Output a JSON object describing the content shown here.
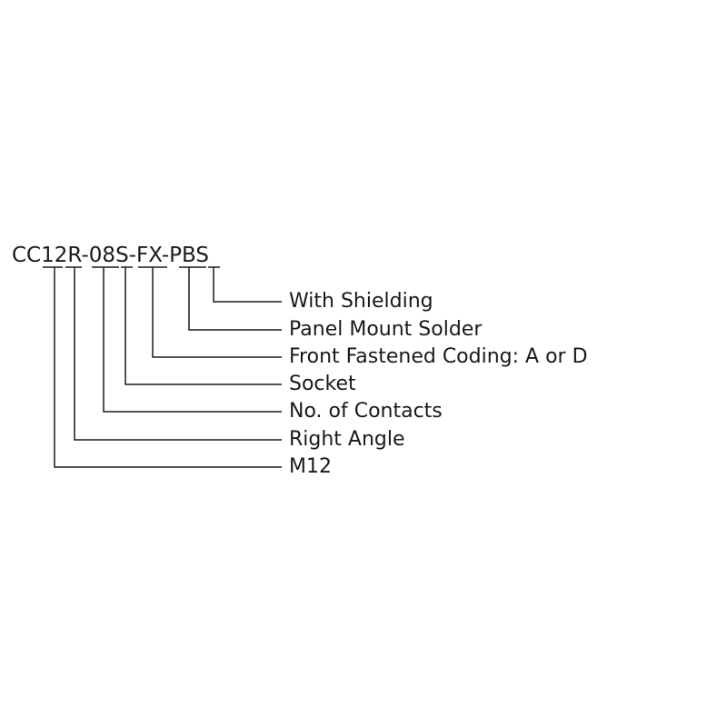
{
  "part_number": "CC12R-08S-FX-PBS",
  "segments": [
    "CC",
    "12",
    "R",
    "-",
    "08",
    "S",
    "-",
    "FX",
    "-",
    "PB",
    "S"
  ],
  "labels": [
    "With Shielding",
    "Panel Mount Solder",
    "Front Fastened Coding: A or D",
    "Socket",
    "No. of Contacts",
    "Right Angle",
    "M12"
  ],
  "line_color": "#1a1a1a"
}
